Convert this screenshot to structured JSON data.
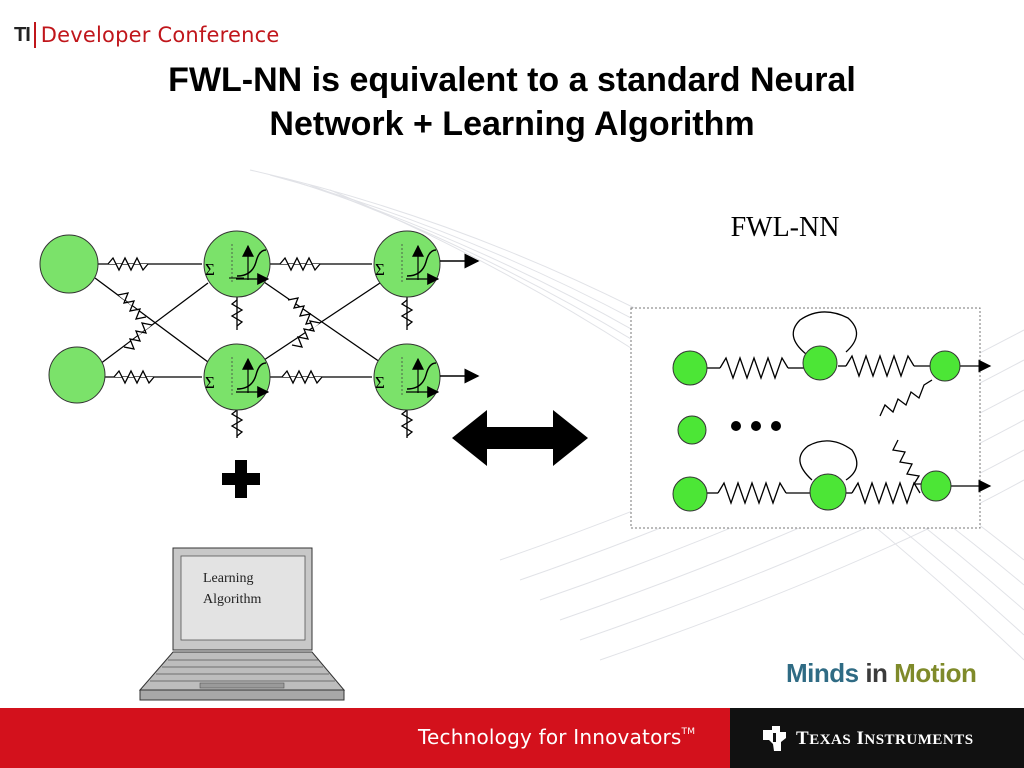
{
  "header": {
    "logo_text": "TI",
    "conference": "Developer Conference"
  },
  "slide": {
    "title_line1": "FWL-NN is equivalent to a standard Neural",
    "title_line2": "Network + Learning Algorithm",
    "fwl_label": "FWL-NN",
    "sigma_symbol": "Σ",
    "plus_symbol": "+",
    "laptop_text_line1": "Learning",
    "laptop_text_line2": "Algorithm"
  },
  "branding": {
    "slogan_word1": "Minds",
    "slogan_word2": " in ",
    "slogan_word3": "Motion",
    "tagline": "Technology for Innovators",
    "tagline_tm": "TM",
    "company_t": "T",
    "company_exas": "EXAS",
    "company_i": " I",
    "company_nstruments": "NSTRUMENTS"
  },
  "colors": {
    "accent_red": "#d3111c",
    "node_green": "#7be26a",
    "node_bright_green": "#4ce636",
    "footer_dark": "#111111"
  }
}
